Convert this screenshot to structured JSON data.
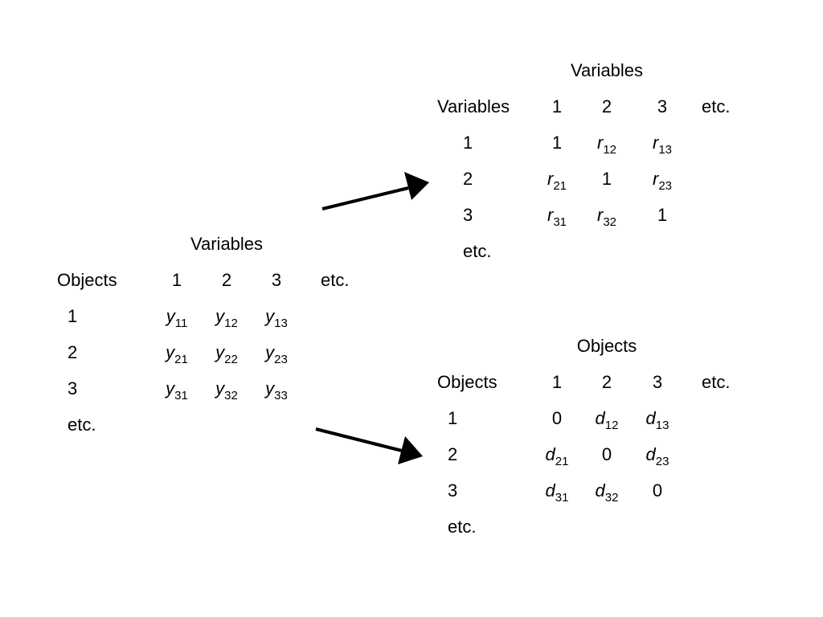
{
  "data_table": {
    "title": "Variables",
    "row_header": "Objects",
    "columns": [
      "1",
      "2",
      "3",
      "etc."
    ],
    "rows": [
      {
        "label": "1",
        "cells": [
          {
            "s": "y",
            "i": "11"
          },
          {
            "s": "y",
            "i": "12"
          },
          {
            "s": "y",
            "i": "13"
          }
        ]
      },
      {
        "label": "2",
        "cells": [
          {
            "s": "y",
            "i": "21"
          },
          {
            "s": "y",
            "i": "22"
          },
          {
            "s": "y",
            "i": "23"
          }
        ]
      },
      {
        "label": "3",
        "cells": [
          {
            "s": "y",
            "i": "31"
          },
          {
            "s": "y",
            "i": "32"
          },
          {
            "s": "y",
            "i": "33"
          }
        ]
      }
    ],
    "etc_row": "etc."
  },
  "correlation_matrix": {
    "title": "Variables",
    "row_header": "Variables",
    "columns": [
      "1",
      "2",
      "3",
      "etc."
    ],
    "rows": [
      {
        "label": "1",
        "cells": [
          {
            "s": "1",
            "i": ""
          },
          {
            "s": "r",
            "i": "12"
          },
          {
            "s": "r",
            "i": "13"
          }
        ]
      },
      {
        "label": "2",
        "cells": [
          {
            "s": "r",
            "i": "21"
          },
          {
            "s": "1",
            "i": ""
          },
          {
            "s": "r",
            "i": "23"
          }
        ]
      },
      {
        "label": "3",
        "cells": [
          {
            "s": "r",
            "i": "31"
          },
          {
            "s": "r",
            "i": "32"
          },
          {
            "s": "1",
            "i": ""
          }
        ]
      }
    ],
    "etc_row": "etc."
  },
  "distance_matrix": {
    "title": "Objects",
    "row_header": "Objects",
    "columns": [
      "1",
      "2",
      "3",
      "etc."
    ],
    "rows": [
      {
        "label": "1",
        "cells": [
          {
            "s": "0",
            "i": ""
          },
          {
            "s": "d",
            "i": "12"
          },
          {
            "s": "d",
            "i": "13"
          }
        ]
      },
      {
        "label": "2",
        "cells": [
          {
            "s": "d",
            "i": "21"
          },
          {
            "s": "0",
            "i": ""
          },
          {
            "s": "d",
            "i": "23"
          }
        ]
      },
      {
        "label": "3",
        "cells": [
          {
            "s": "d",
            "i": "31"
          },
          {
            "s": "d",
            "i": "32"
          },
          {
            "s": "0",
            "i": ""
          }
        ]
      }
    ],
    "etc_row": "etc."
  }
}
